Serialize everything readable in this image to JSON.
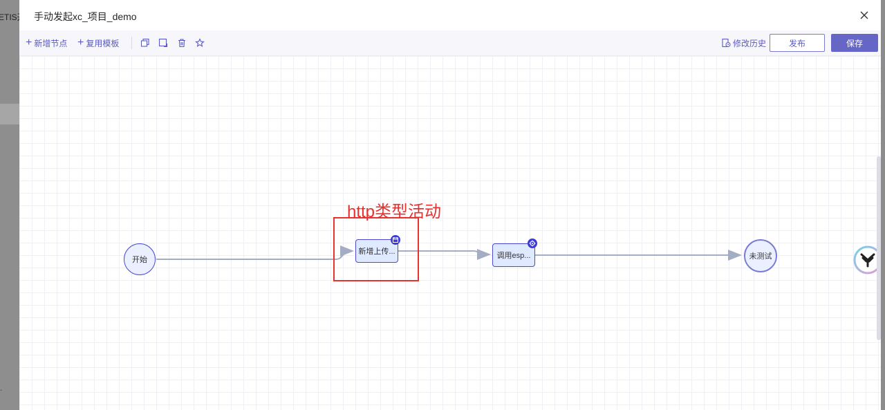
{
  "background_app": {
    "title_fragment": "ETIS开",
    "edge_text": "."
  },
  "modal": {
    "title": "手动发起xc_项目_demo",
    "close_icon": "close-icon"
  },
  "toolbar": {
    "add_node_label": "新增节点",
    "reuse_template_label": "复用模板",
    "icons": [
      "copy-icon",
      "paste-icon",
      "delete-icon",
      "star-icon"
    ],
    "history_label": "修改历史",
    "publish_label": "发布",
    "save_label": "保存"
  },
  "flow": {
    "nodes": [
      {
        "id": "start",
        "label": "开始",
        "type": "start"
      },
      {
        "id": "task1",
        "label": "新增上传...",
        "type": "task",
        "badge": "calendar-icon"
      },
      {
        "id": "task2",
        "label": "调用esp...",
        "type": "task",
        "badge": "gear-icon"
      },
      {
        "id": "end",
        "label": "未测试",
        "type": "end"
      }
    ]
  },
  "annotation": {
    "text": "http类型活动"
  },
  "colors": {
    "accent": "#5b5bc4",
    "primary_button": "#6666c6",
    "annotation": "#e5322f",
    "node_border": "#4a4ad0",
    "edge": "#a3aec4"
  }
}
